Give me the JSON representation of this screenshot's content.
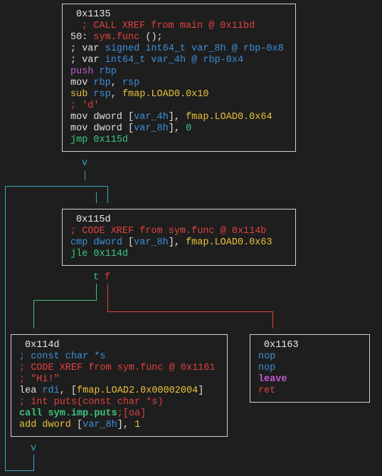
{
  "blocks": {
    "b1135": {
      "addr": "0x1135",
      "xref": "; CALL XREF from main @ 0x11bd",
      "sig_num": "50:",
      "sig_fn": "sym.func",
      "sig_args": "();",
      "var1_pre": "; var",
      "var1_type": "signed int64_t var_8h",
      "var1_at": "@",
      "var1_loc": "rbp-0x8",
      "var2_pre": "; var",
      "var2_type": "int64_t var_4h",
      "var2_at": "@",
      "var2_loc": "rbp-0x4",
      "push_op": "push",
      "push_arg": "rbp",
      "mov1_op": "mov",
      "mov1_a": "rbp",
      "mov1_comma": ",",
      "mov1_b": "rsp",
      "sub_op": "sub",
      "sub_a": "rsp",
      "sub_comma": ",",
      "sub_b": "fmap.LOAD0.0x10",
      "cmt_d": "; 'd'",
      "mov2_op": "mov dword",
      "mov2_lb": "[",
      "mov2_var": "var_4h",
      "mov2_rb": "],",
      "mov2_val": "fmap.LOAD0.0x64",
      "mov3_op": "mov dword",
      "mov3_lb": "[",
      "mov3_var": "var_8h",
      "mov3_rb": "],",
      "mov3_val": "0",
      "jmp_op": "jmp",
      "jmp_target": "0x115d"
    },
    "b115d": {
      "addr": "0x115d",
      "xref": "; CODE XREF from sym.func @ 0x114b",
      "cmp_op": "cmp",
      "cmp_dw": "dword",
      "cmp_lb": "[",
      "cmp_var": "var_8h",
      "cmp_rb": "],",
      "cmp_val": "fmap.LOAD0.0x63",
      "jle_op": "jle",
      "jle_target": "0x114d"
    },
    "b114d": {
      "addr": "0x114d",
      "cmt1": "; const char *s",
      "xref": "; CODE XREF from sym.func @ 0x1161",
      "cmt_hi": "; \"Hi!\"",
      "lea_op": "lea",
      "lea_reg": "rdi",
      "lea_comma": ", [",
      "lea_val": "fmap.LOAD2.0x00002004",
      "lea_rb": "]",
      "cmt_puts": "; int puts(const char *s)",
      "call_op": "call",
      "call_fn": "sym.imp.puts",
      "call_cmt": ";[oa]",
      "add_op": "add dword",
      "add_lb": "[",
      "add_var": "var_8h",
      "add_rb": "],",
      "add_val": "1"
    },
    "b1163": {
      "addr": "0x1163",
      "nop1": "nop",
      "nop2": "nop",
      "leave": "leave",
      "ret": "ret"
    }
  },
  "edges": {
    "down1": "v",
    "true_label": "t",
    "false_label": "f",
    "down2": "v"
  },
  "colors": {
    "background": "#1e1e1e",
    "border": "#d0d0d0",
    "edge_true": "#3ec47d",
    "edge_false": "#e0403f",
    "edge_uncond": "#39a6c7"
  }
}
